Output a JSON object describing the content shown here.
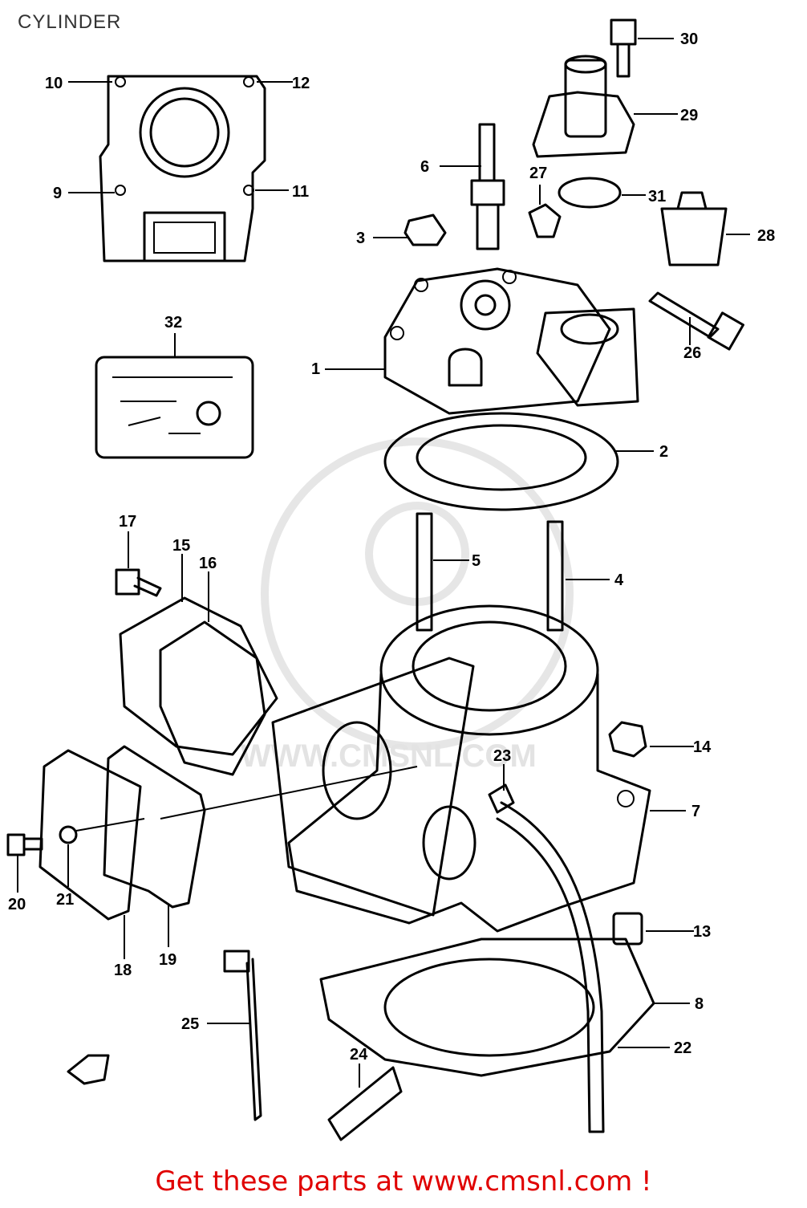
{
  "title": "CYLINDER",
  "footer": "Get these parts at www.cmsnl.com !",
  "watermark": "WWW.CMSNL.COM",
  "callouts": [
    "1",
    "2",
    "3",
    "4",
    "5",
    "6",
    "7",
    "8",
    "9",
    "10",
    "11",
    "12",
    "13",
    "14",
    "15",
    "16",
    "17",
    "18",
    "19",
    "20",
    "21",
    "22",
    "23",
    "24",
    "25",
    "26",
    "27",
    "28",
    "29",
    "30",
    "31",
    "32"
  ],
  "colors": {
    "footer": "#e00000",
    "line": "#000000",
    "watermark": "#e6e6e6"
  }
}
